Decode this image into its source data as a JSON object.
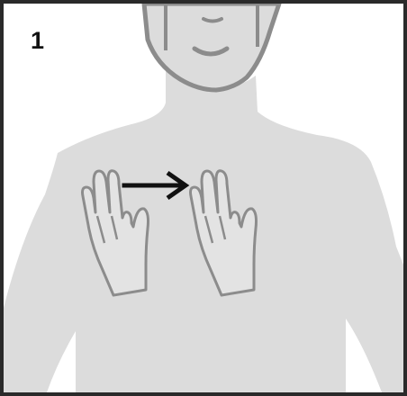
{
  "step": {
    "number": "1"
  },
  "illustration": {
    "subject": "signer-torso",
    "motion": "right-arrow",
    "colors": {
      "body_fill": "#dcdcdc",
      "outline": "#8c8c8c",
      "hand_fill": "#e3e3e3",
      "arrow": "#111111",
      "frame_border": "#2a2a2a",
      "background": "#ffffff"
    }
  }
}
